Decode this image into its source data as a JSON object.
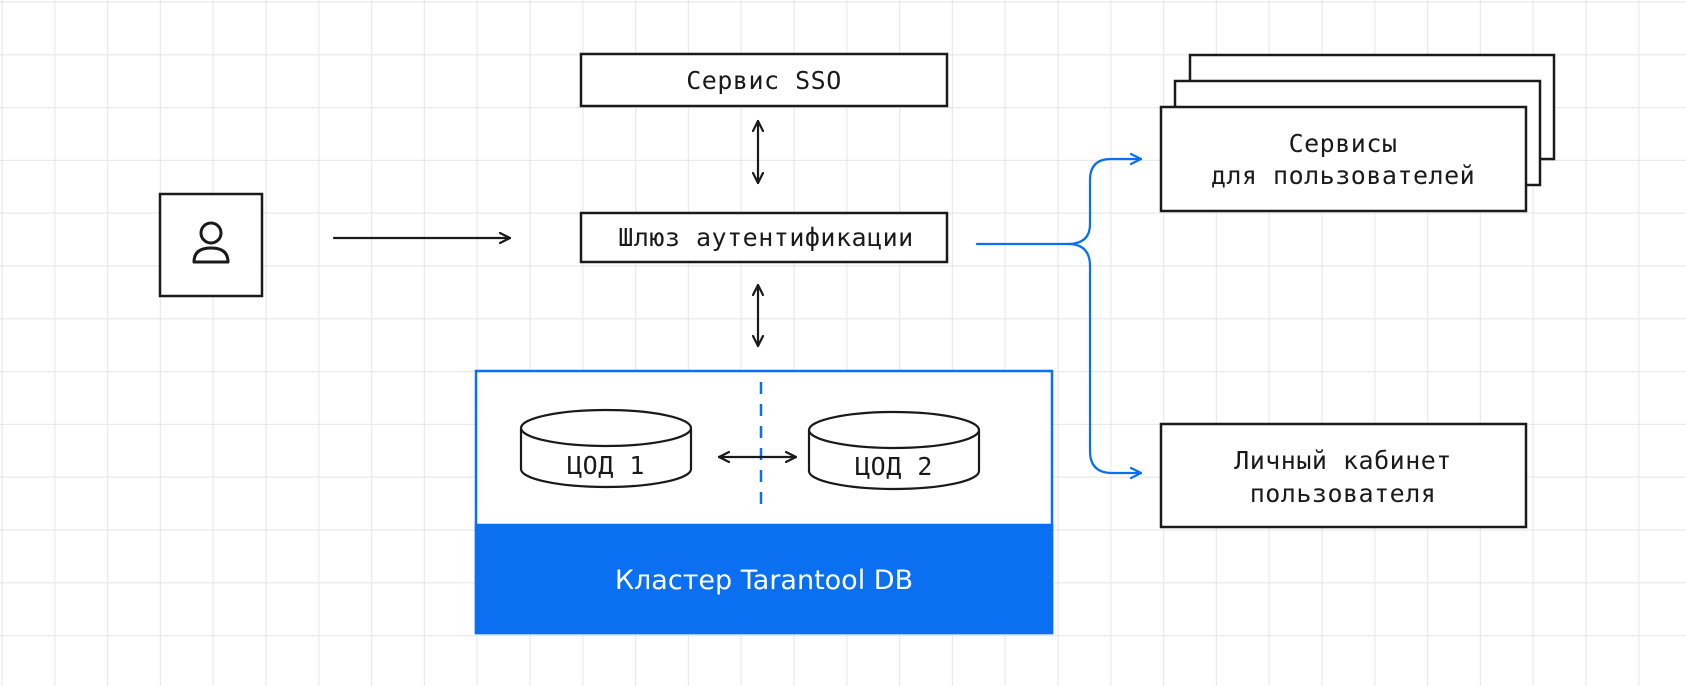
{
  "nodes": {
    "sso_service": {
      "label": "Сервис SSO"
    },
    "auth_gateway": {
      "label": "Шлюз аутентификации"
    },
    "user_services": {
      "label_line1": "Сервисы",
      "label_line2": "для пользователей"
    },
    "personal_account": {
      "label_line1": "Личный кабинет",
      "label_line2": "пользователя"
    },
    "dc1": {
      "label": "ЦОД 1"
    },
    "dc2": {
      "label": "ЦОД 2"
    },
    "cluster": {
      "label": "Кластер Tarantool DB"
    },
    "user": {
      "icon": "user-icon"
    }
  },
  "colors": {
    "accent": "#0a6ff0",
    "stroke": "#1a1a1a",
    "grid": "#e9e9e9",
    "background": "#ffffff"
  }
}
